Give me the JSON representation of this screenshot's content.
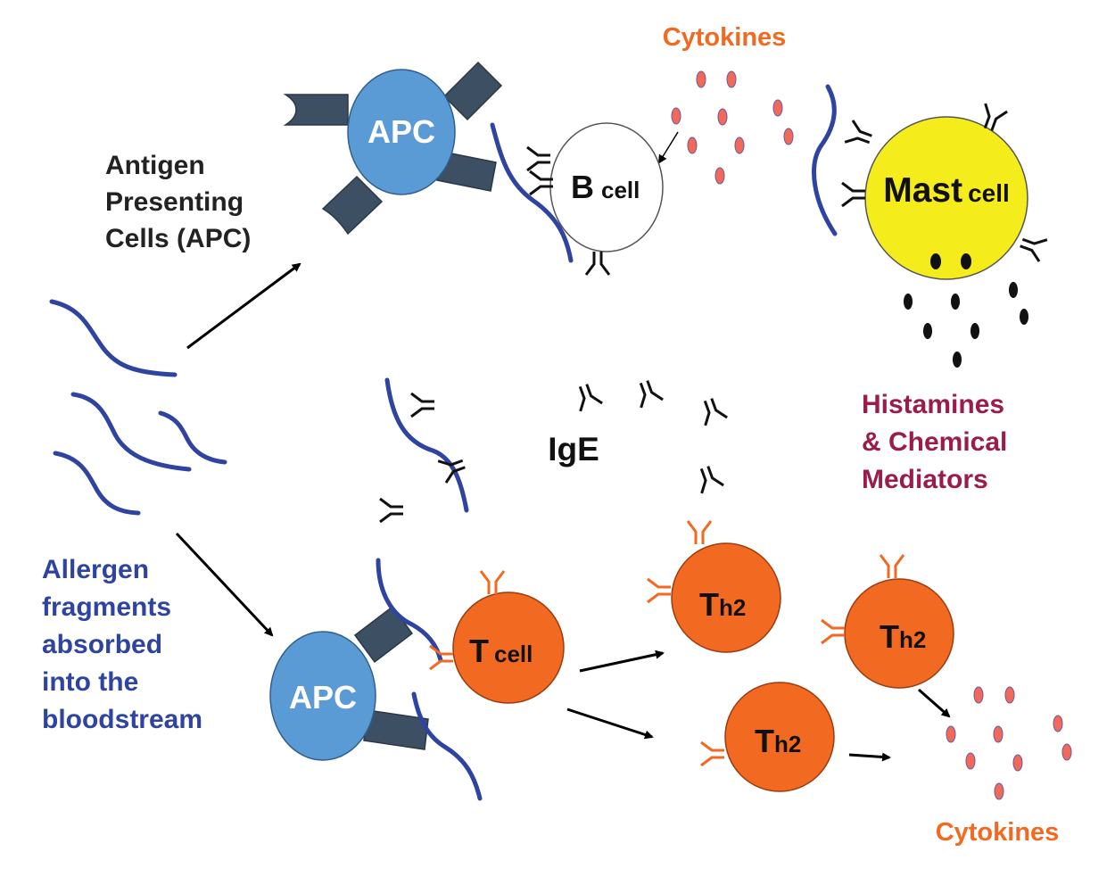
{
  "labels": {
    "apc_group": [
      "Antigen",
      "Presenting",
      "Cells (APC)"
    ],
    "allergen": [
      "Allergen",
      "fragments",
      "absorbed",
      "into the",
      "bloodstream"
    ],
    "histamines": [
      "Histamines",
      "& Chemical",
      "Mediators"
    ],
    "cytokines_top": "Cytokines",
    "cytokines_bottom": "Cytokines",
    "ige": "IgE"
  },
  "cells": {
    "apc_top": "APC",
    "apc_bottom": "APC",
    "b_main": "B",
    "b_sub": "cell",
    "mast_main": "Mast",
    "mast_sub": "cell",
    "t_main": "T",
    "t_sub": "cell",
    "th2_main": "T",
    "th2_sub": "h2"
  },
  "colors": {
    "allergen_blue": "#2f44a0",
    "apc_blue": "#5b9bd5",
    "receptor_slate": "#3c4f63",
    "orange": "#f26a21",
    "cytokine_text": "#f26a21",
    "mast_yellow": "#f5ec1c",
    "histamine_text": "#9b1c4b",
    "allergen_text": "#2f44a0"
  }
}
